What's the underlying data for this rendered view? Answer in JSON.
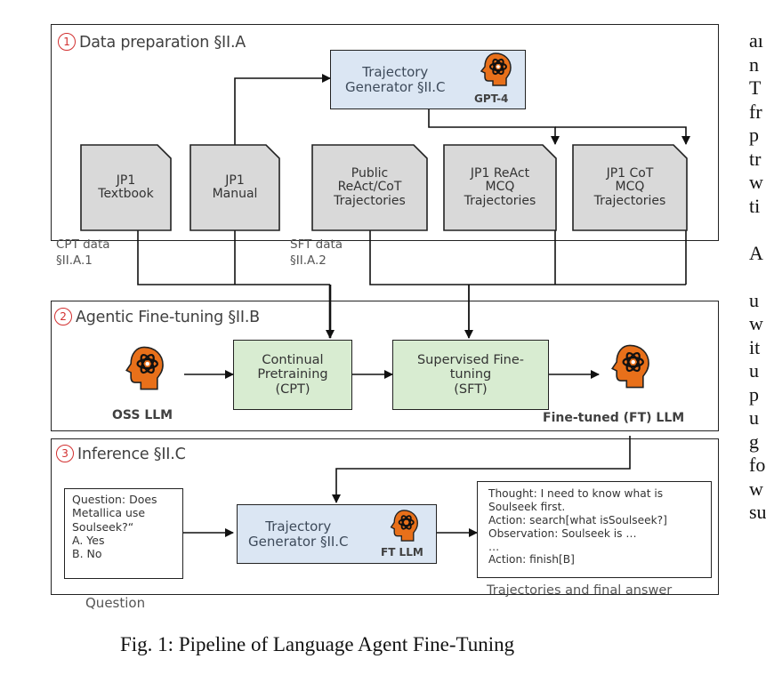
{
  "panels": {
    "data_prep": {
      "number": "1",
      "title": "Data preparation §II.A"
    },
    "fine_tuning": {
      "number": "2",
      "title": "Agentic Fine-tuning §II.B"
    },
    "inference": {
      "number": "3",
      "title": "Inference §II.C"
    }
  },
  "data_prep": {
    "trajectory_generator": {
      "label": "Trajectory\nGenerator  §II.C",
      "model": "GPT-4"
    },
    "documents": [
      {
        "label": "JP1\nTextbook"
      },
      {
        "label": "JP1\nManual"
      },
      {
        "label": "Public\nReAct/CoT\nTrajectories"
      },
      {
        "label": "JP1 ReAct\nMCQ\nTrajectories"
      },
      {
        "label": "JP1 CoT\nMCQ\nTrajectories"
      }
    ],
    "cpt_data_label": "CPT data\n§II.A.1",
    "sft_data_label": "SFT data\n§II.A.2"
  },
  "fine_tuning": {
    "base_model_label": "OSS LLM",
    "cpt_box": "Continual\nPretraining\n(CPT)",
    "sft_box": "Supervised Fine-\ntuning\n(SFT)",
    "ft_model_label": "Fine-tuned (FT) LLM"
  },
  "inference": {
    "question_text": "Question: Does\nMetallica use\nSoulseek?“\nA.     Yes\nB.     No",
    "question_label": "Question",
    "trajectory_generator": {
      "label": "Trajectory\nGenerator  §II.C",
      "model": "FT LLM"
    },
    "output_text": "Thought: I need to know what is\nSoulseek first.\nAction: search[what isSoulseek?]\nObservation: Soulseek is …\n…\nAction: finish[B]",
    "output_label": "Trajectories  and final answer"
  },
  "caption": "Fig. 1: Pipeline of Language Agent Fine-Tuning",
  "side_text_fragment": "aı\nn\nT\nfr\np\ntr\nw\nti\n\nA\n\nu\nw\nit\nu\np\nu\ng\nfo\nw\nsu",
  "colors": {
    "head_icon": "#e8701a",
    "blue_box": "#dbe6f3",
    "green_box": "#d8ecd1",
    "doc_fill": "#d9d9d9",
    "number_red": "#d23030"
  }
}
